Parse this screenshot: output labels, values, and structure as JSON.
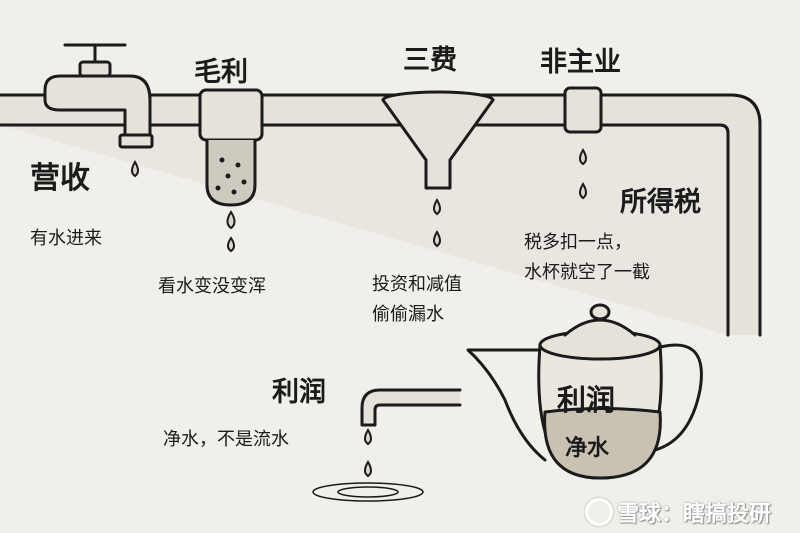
{
  "stages": {
    "revenue": {
      "title": "营收",
      "desc": "有水进来"
    },
    "gross_margin": {
      "title": "毛利",
      "desc": "看水变没变浑"
    },
    "three_expenses": {
      "title": "三费",
      "desc_line1": "投资和减值",
      "desc_line2": "偷偷漏水"
    },
    "non_core": {
      "title": "非主业"
    },
    "income_tax": {
      "title": "所得税",
      "desc_line1": "税多扣一点，",
      "desc_line2": "水杯就空了一截"
    },
    "profit": {
      "title": "利润",
      "desc": "净水，不是流水"
    },
    "teapot": {
      "title": "利润",
      "label": "净水"
    }
  },
  "watermark": {
    "text": "雪球：瞎搞投研"
  },
  "colors": {
    "background": "#f1efea",
    "ink": "#1b1b1b",
    "water": "#c9c2b2"
  }
}
